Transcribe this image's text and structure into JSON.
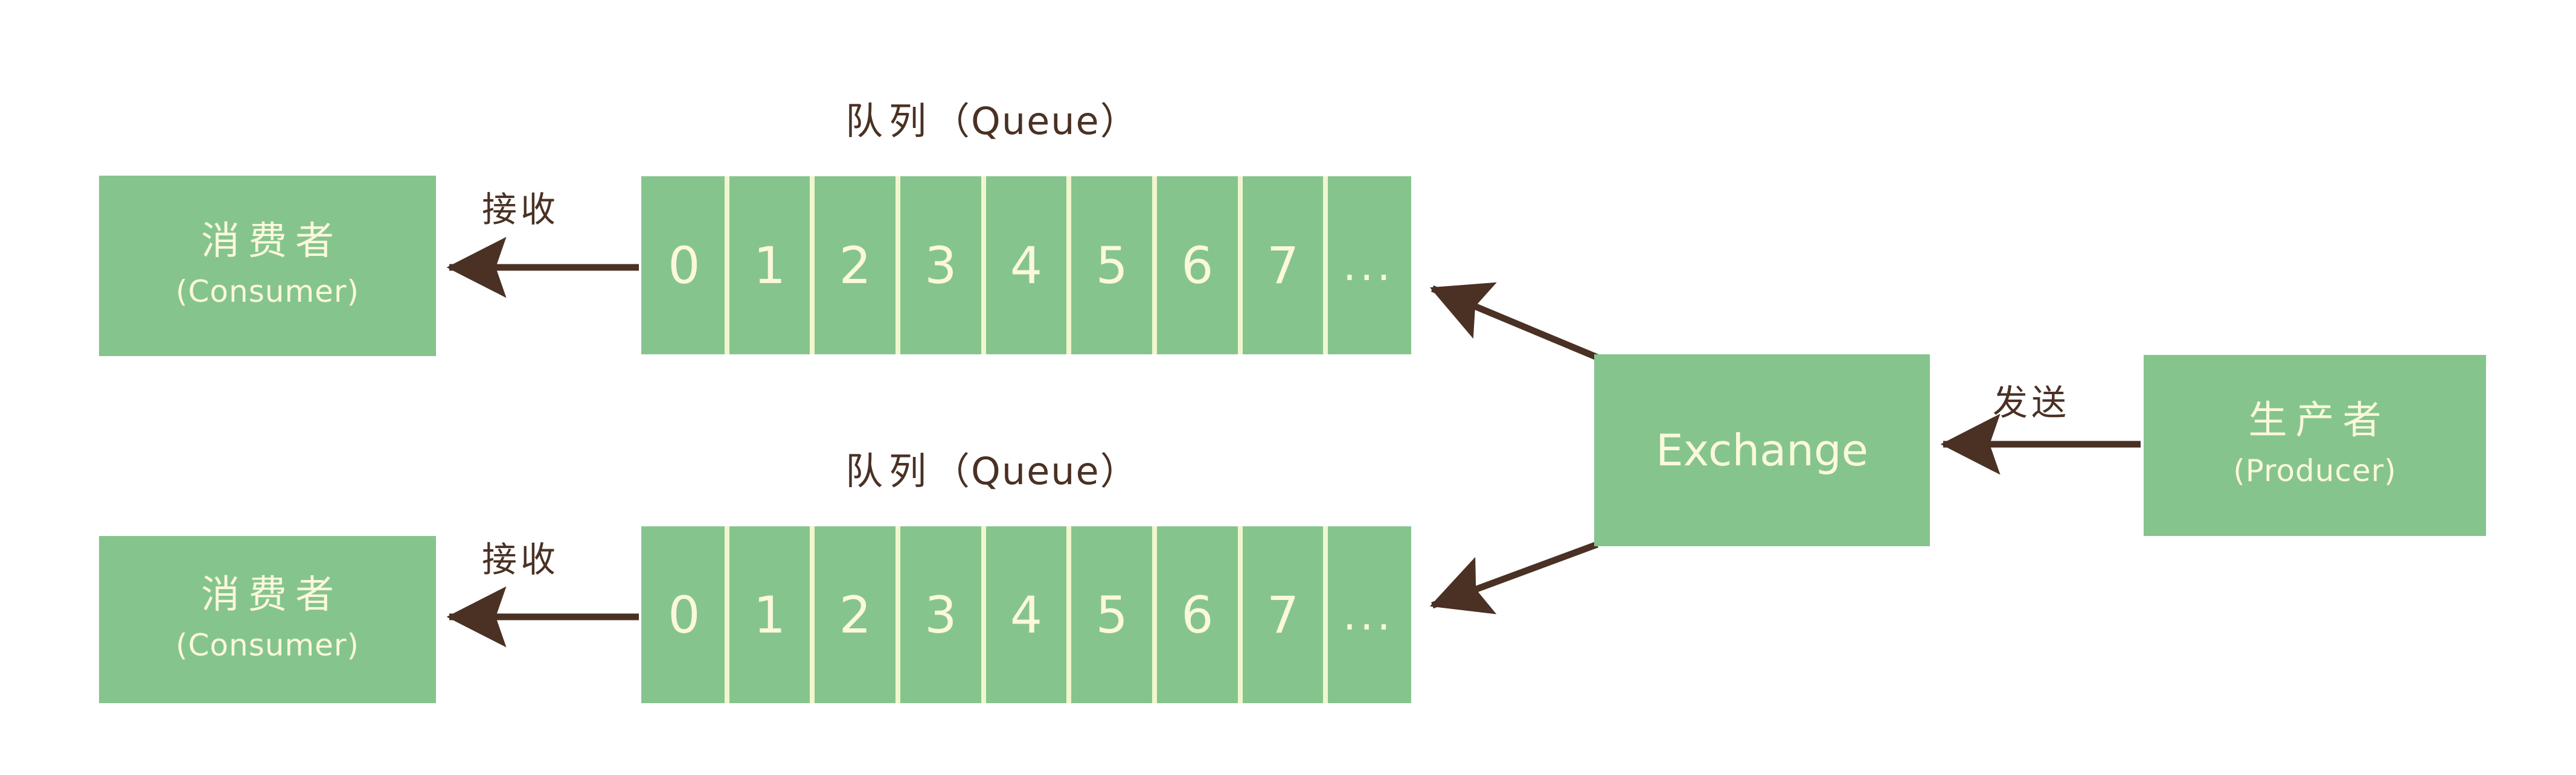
{
  "diagram": {
    "title_implied": "RabbitMQ Producer Exchange Queue Consumer",
    "colors": {
      "box_green": "#85c58d",
      "text_cream": "#fbf8dc",
      "divider_cream": "#f1f6cf",
      "ink_brown": "#4a3124",
      "background": "#ffffff"
    }
  },
  "queues": [
    {
      "title_cn": "队列",
      "title_en": "（Queue）",
      "cells": [
        "0",
        "1",
        "2",
        "3",
        "4",
        "5",
        "6",
        "7",
        "..."
      ]
    },
    {
      "title_cn": "队列",
      "title_en": "（Queue）",
      "cells": [
        "0",
        "1",
        "2",
        "3",
        "4",
        "5",
        "6",
        "7",
        "..."
      ]
    }
  ],
  "consumers": [
    {
      "cn": "消费者",
      "en": "(Consumer)"
    },
    {
      "cn": "消费者",
      "en": "(Consumer)"
    }
  ],
  "exchange": {
    "label": "Exchange"
  },
  "producer": {
    "cn": "生产者",
    "en": "(Producer)"
  },
  "arrow_labels": {
    "receive_top": "接收",
    "receive_bottom": "接收",
    "send": "发送"
  }
}
